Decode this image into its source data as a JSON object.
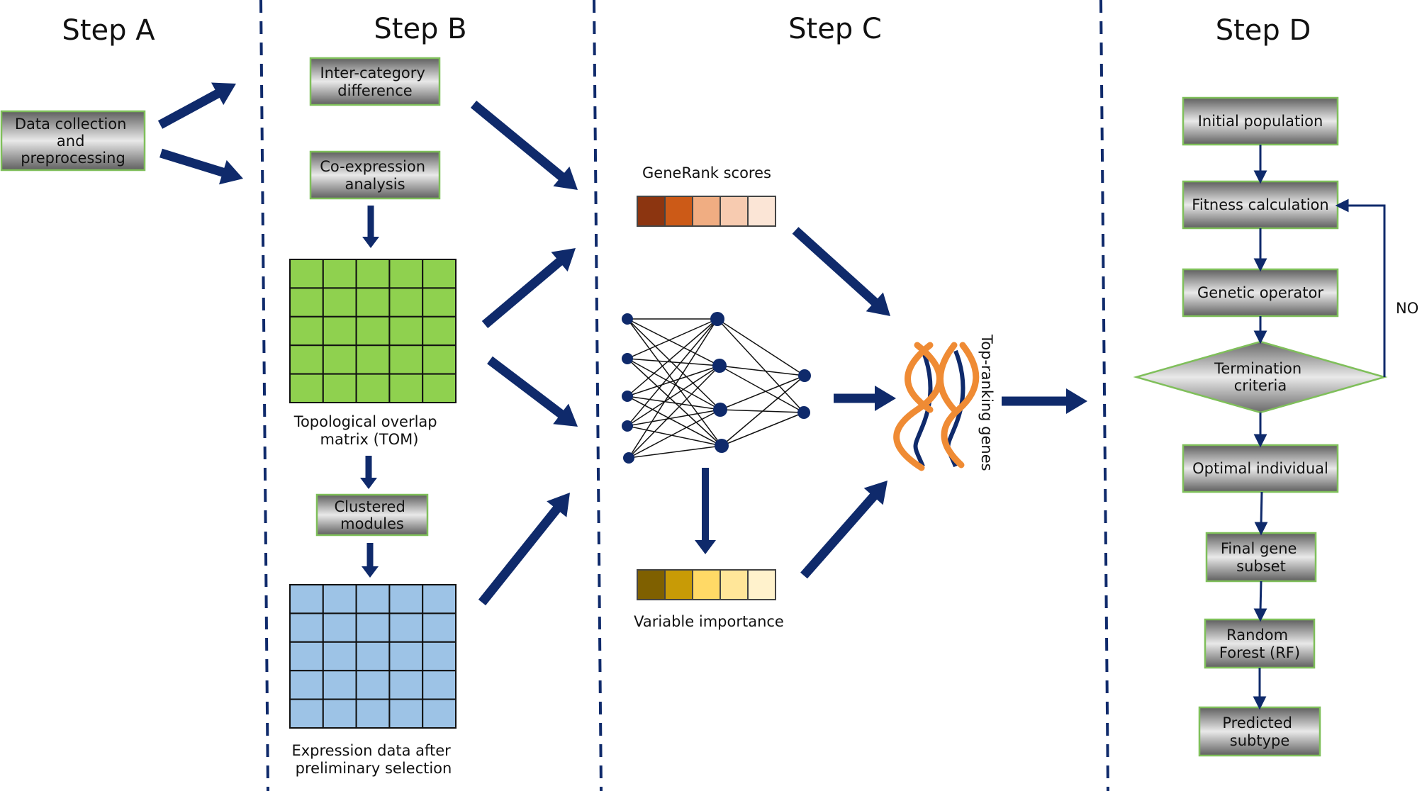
{
  "steps": {
    "a": "Step A",
    "b": "Step B",
    "c": "Step C",
    "d": "Step D"
  },
  "step_a": {
    "data_collection": [
      "Data collection",
      "and",
      "preprocessing"
    ]
  },
  "step_b": {
    "inter_category": [
      "Inter-category",
      "difference"
    ],
    "co_expression": [
      "Co-expression",
      "analysis"
    ],
    "tom_label": [
      "Topological overlap",
      "matrix (TOM)"
    ],
    "clustered_modules": [
      "Clustered",
      "modules"
    ],
    "expression_label": [
      "Expression data after",
      "preliminary selection"
    ]
  },
  "step_c": {
    "generank_label": "GeneRank scores",
    "generank_colors": [
      "#8c3510",
      "#cc5a17",
      "#f0ad82",
      "#f7cbb0",
      "#fbe5d6"
    ],
    "variable_importance_label": "Variable importance",
    "variable_importance_colors": [
      "#7f6000",
      "#c89b06",
      "#ffd966",
      "#ffe699",
      "#fff2cc"
    ],
    "top_ranking_label": "Top-ranking genes"
  },
  "step_d": {
    "initial_population": "Initial population",
    "fitness_calculation": "Fitness calculation",
    "genetic_operator": "Genetic operator",
    "termination_criteria": [
      "Termination",
      "criteria"
    ],
    "no_label": "NO",
    "optimal_individual": "Optimal individual",
    "final_gene_subset": [
      "Final gene",
      "subset"
    ],
    "random_forest": [
      "Random",
      "Forest (RF)"
    ],
    "predicted_subtype": [
      "Predicted",
      "subtype"
    ]
  },
  "colors": {
    "arrow": "#0f2a6b",
    "box_border": "#7fbf5a",
    "tom_fill": "#8fd14f",
    "expression_fill": "#9dc3e6",
    "helix": "#ef8b34"
  }
}
